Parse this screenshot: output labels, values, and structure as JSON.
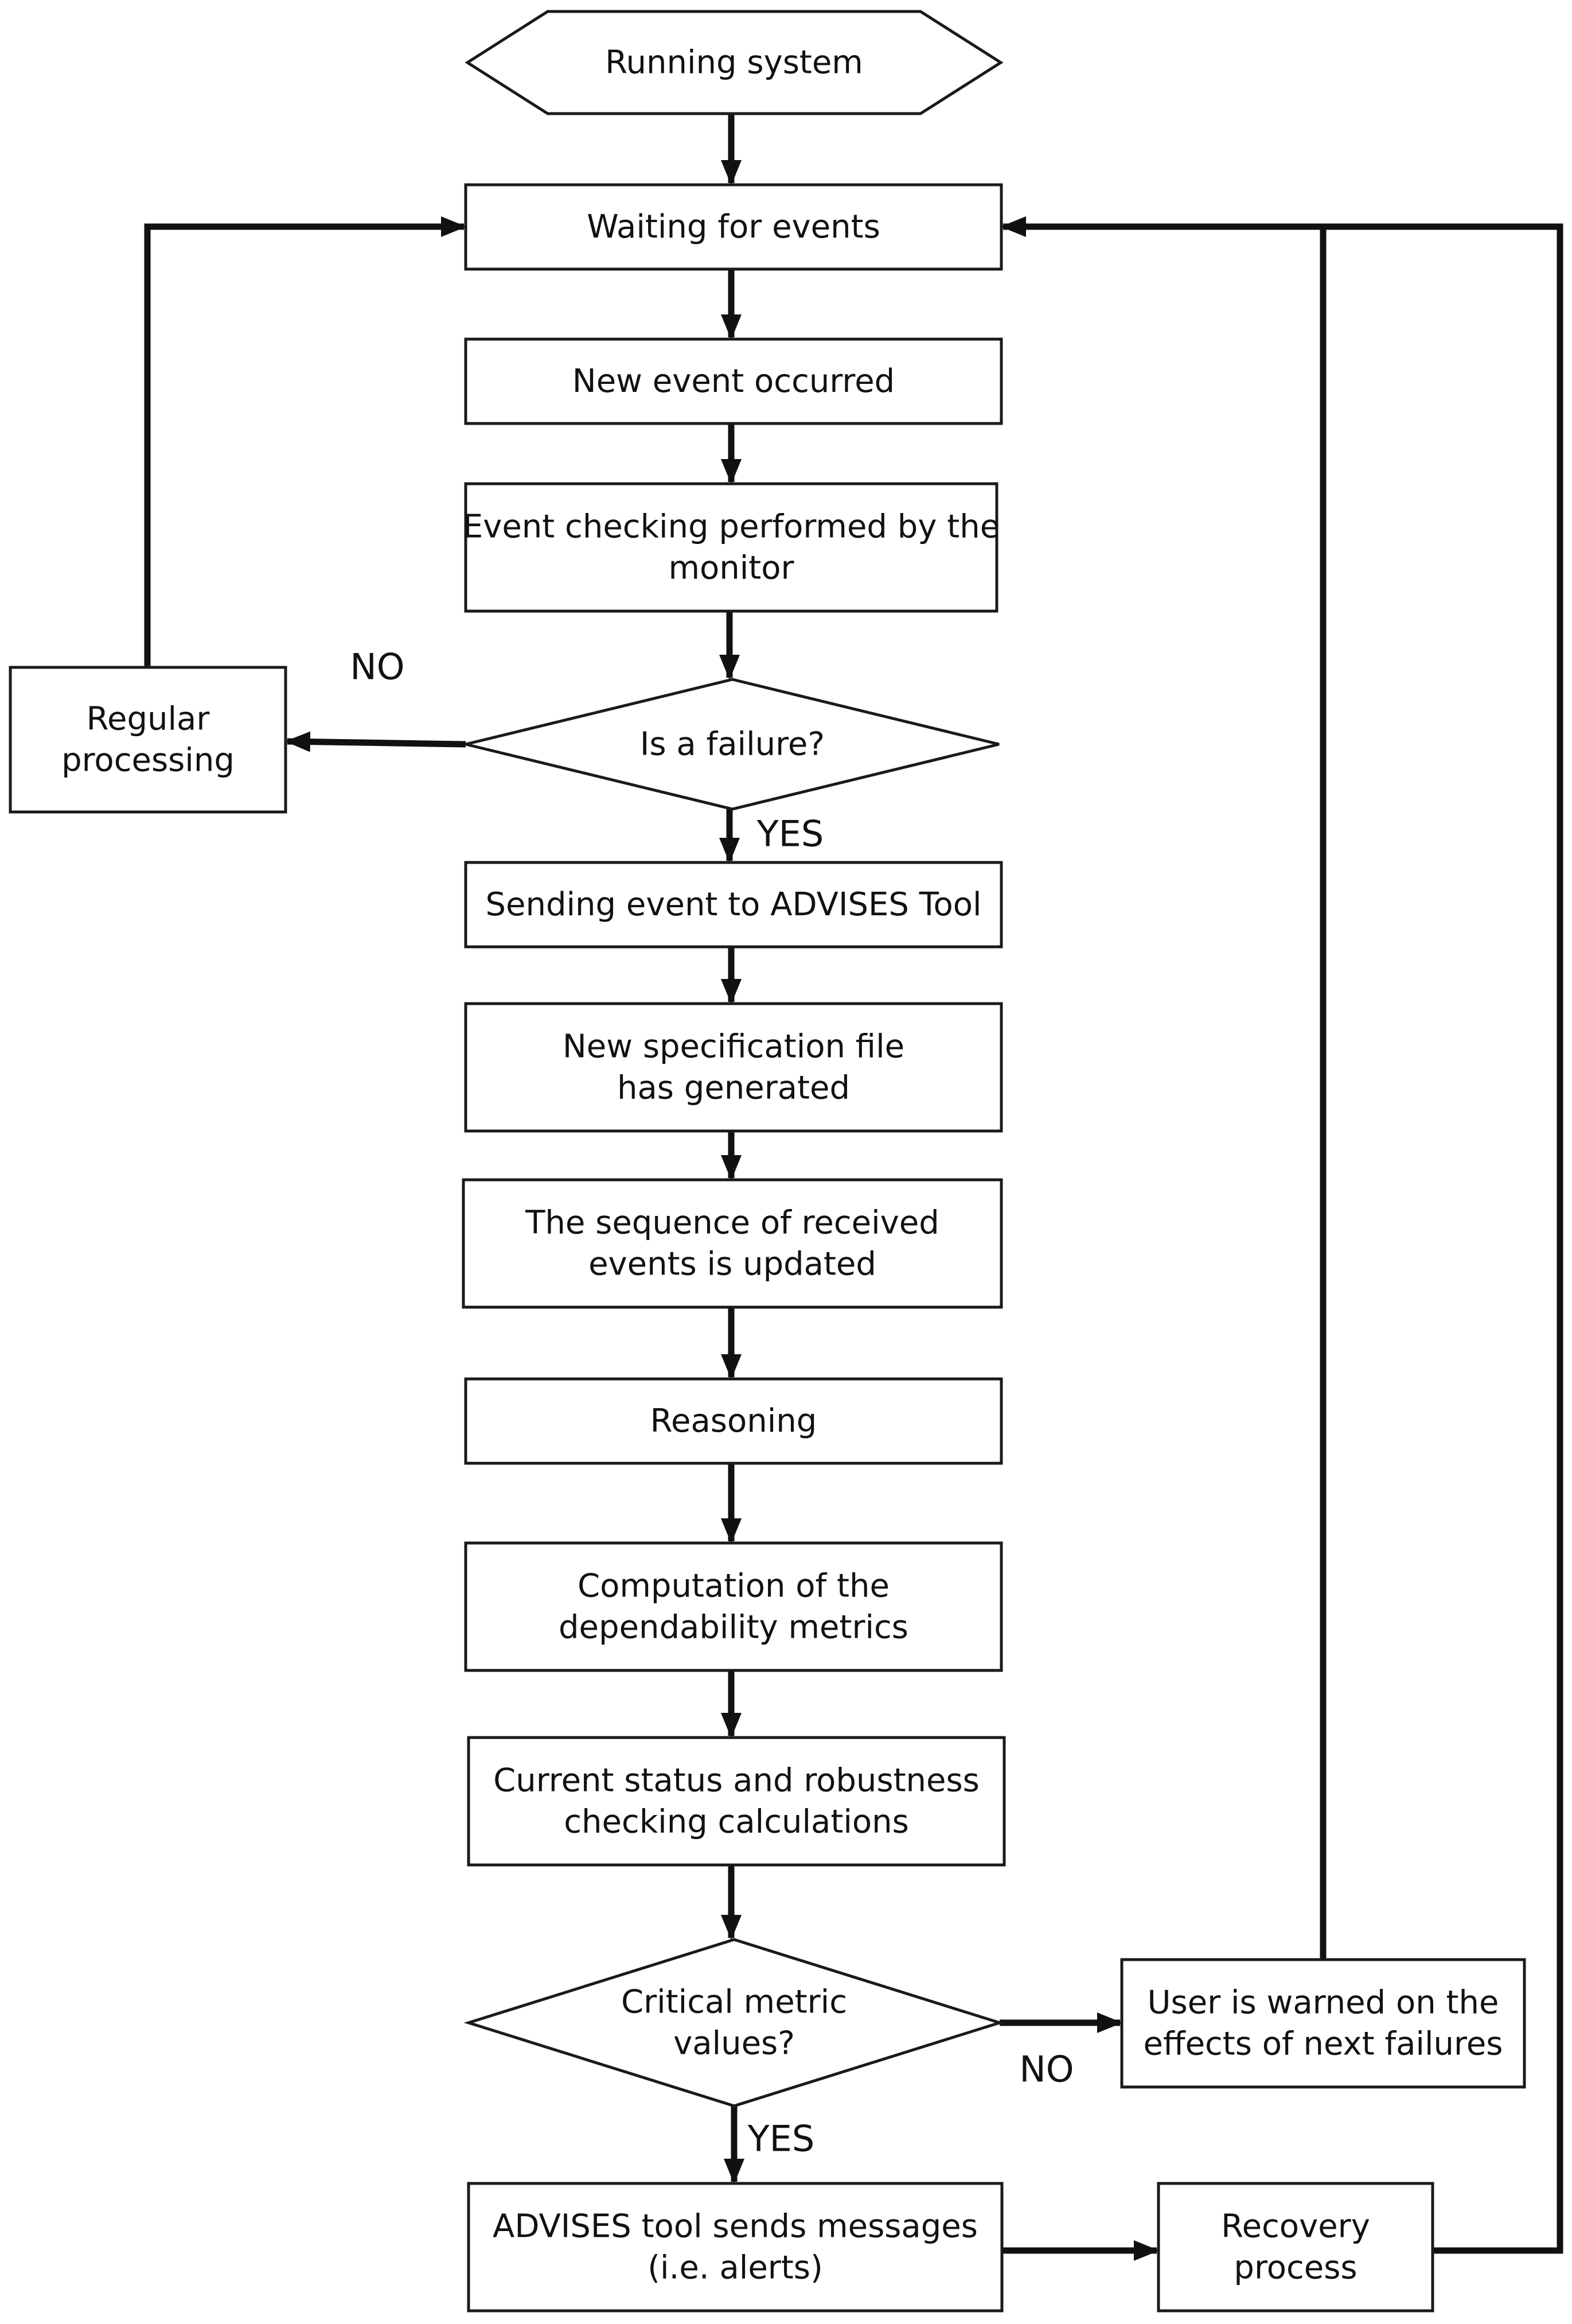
{
  "diagram": {
    "nodes": [
      {
        "id": "running",
        "shape": "hexagon",
        "lines": [
          "Running system"
        ]
      },
      {
        "id": "waiting",
        "shape": "rect",
        "lines": [
          "Waiting for events"
        ]
      },
      {
        "id": "new_event",
        "shape": "rect",
        "lines": [
          "New event occurred"
        ]
      },
      {
        "id": "checking",
        "shape": "rect",
        "lines": [
          "Event checking performed by the",
          "monitor"
        ]
      },
      {
        "id": "is_failure",
        "shape": "diamond",
        "lines": [
          "Is a failure?"
        ]
      },
      {
        "id": "regular",
        "shape": "rect",
        "lines": [
          "Regular",
          "processing"
        ]
      },
      {
        "id": "sending",
        "shape": "rect",
        "lines": [
          "Sending event to ADVISES Tool"
        ]
      },
      {
        "id": "spec_file",
        "shape": "rect",
        "lines": [
          "New specification file",
          "has generated"
        ]
      },
      {
        "id": "sequence",
        "shape": "rect",
        "lines": [
          "The sequence of received",
          "events is updated"
        ]
      },
      {
        "id": "reasoning",
        "shape": "rect",
        "lines": [
          "Reasoning"
        ]
      },
      {
        "id": "computation",
        "shape": "rect",
        "lines": [
          "Computation of the",
          "dependability metrics"
        ]
      },
      {
        "id": "current_status",
        "shape": "rect",
        "lines": [
          "Current status and robustness",
          "checking calculations"
        ]
      },
      {
        "id": "critical",
        "shape": "diamond",
        "lines": [
          "Critical metric",
          "values?"
        ]
      },
      {
        "id": "user_warned",
        "shape": "rect",
        "lines": [
          "User is warned on the",
          "effects of next failures"
        ]
      },
      {
        "id": "advises_sends",
        "shape": "rect",
        "lines": [
          "ADVISES tool sends messages",
          "(i.e. alerts)"
        ]
      },
      {
        "id": "recovery",
        "shape": "rect",
        "lines": [
          "Recovery",
          "process"
        ]
      }
    ],
    "edges": [
      {
        "from": "running",
        "to": "waiting",
        "label": ""
      },
      {
        "from": "waiting",
        "to": "new_event",
        "label": ""
      },
      {
        "from": "new_event",
        "to": "checking",
        "label": ""
      },
      {
        "from": "checking",
        "to": "is_failure",
        "label": ""
      },
      {
        "from": "is_failure",
        "to": "regular",
        "label": "NO"
      },
      {
        "from": "regular",
        "to": "waiting",
        "label": ""
      },
      {
        "from": "is_failure",
        "to": "sending",
        "label": "YES"
      },
      {
        "from": "sending",
        "to": "spec_file",
        "label": ""
      },
      {
        "from": "spec_file",
        "to": "sequence",
        "label": ""
      },
      {
        "from": "sequence",
        "to": "reasoning",
        "label": ""
      },
      {
        "from": "reasoning",
        "to": "computation",
        "label": ""
      },
      {
        "from": "computation",
        "to": "current_status",
        "label": ""
      },
      {
        "from": "current_status",
        "to": "critical",
        "label": ""
      },
      {
        "from": "critical",
        "to": "user_warned",
        "label": "NO"
      },
      {
        "from": "user_warned",
        "to": "waiting",
        "label": ""
      },
      {
        "from": "critical",
        "to": "advises_sends",
        "label": "YES"
      },
      {
        "from": "advises_sends",
        "to": "recovery",
        "label": ""
      },
      {
        "from": "recovery",
        "to": "waiting",
        "label": ""
      }
    ]
  }
}
